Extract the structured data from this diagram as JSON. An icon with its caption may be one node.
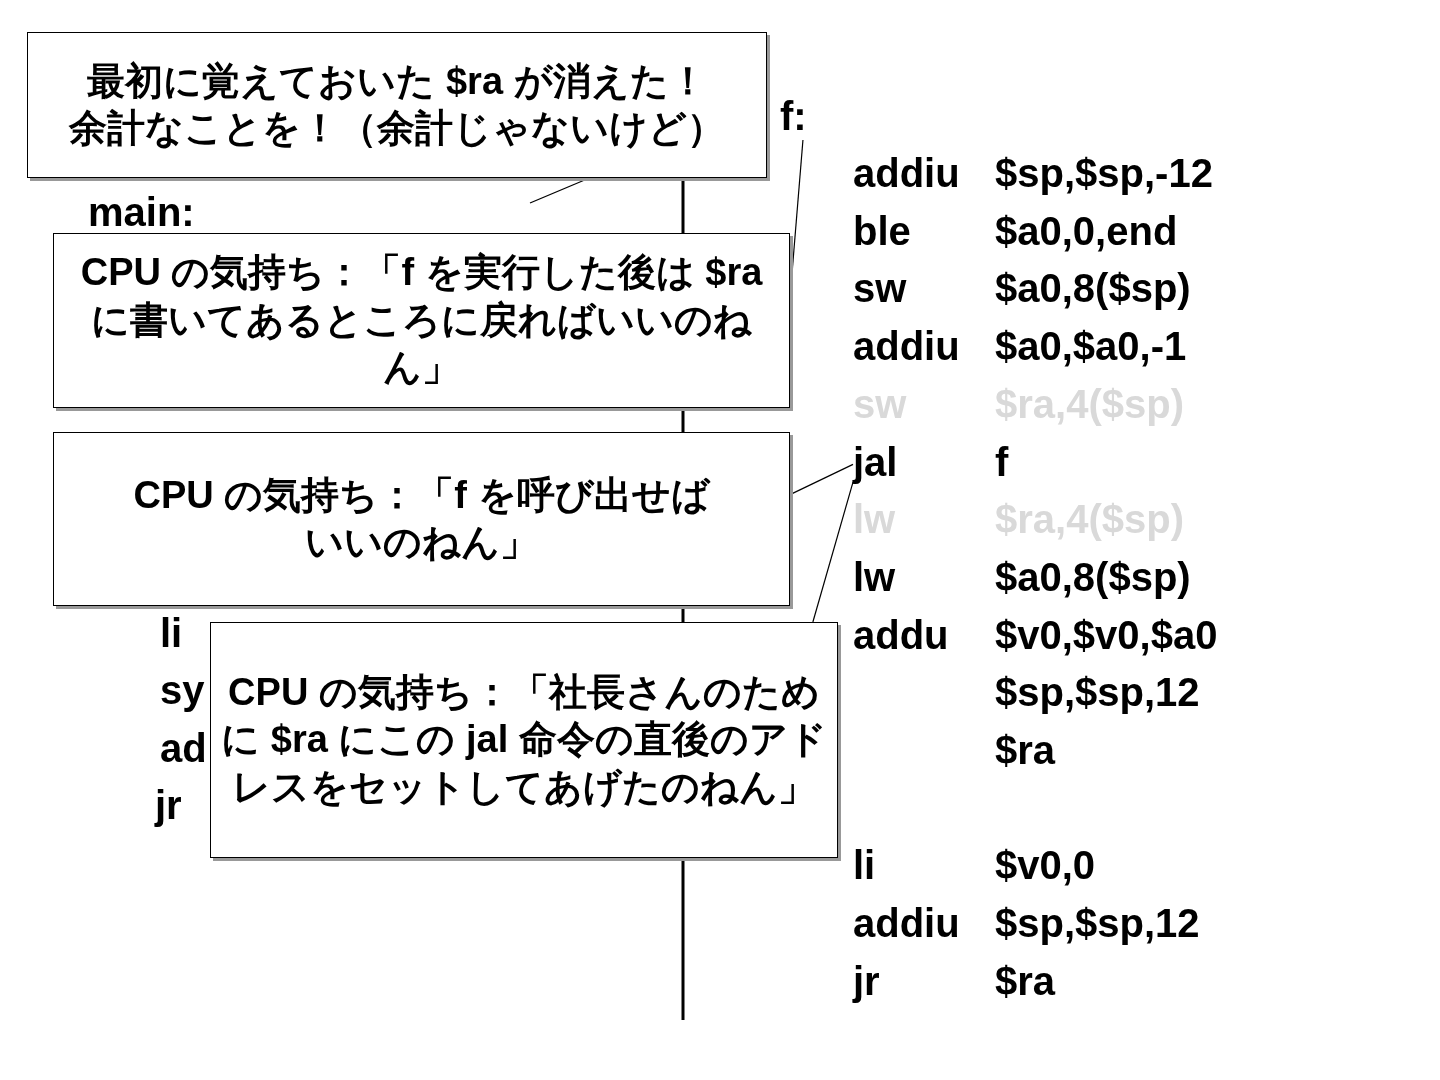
{
  "diagram": {
    "nodes": [
      {
        "text": [
          "最初に覚えておいた $ra が消えた！",
          "余計なことを！（余計じゃないけど）"
        ]
      },
      {
        "text": [
          "f:"
        ]
      },
      {
        "text": [
          "CPU の気持ち：「f を実行した後は $ra に書いてあるところに戻ればいいのねん」"
        ]
      },
      {
        "text": [
          "CPU の気持ち：「f を呼び出せば",
          "いいのねん」"
        ]
      },
      {
        "text": [
          "jal"
        ]
      },
      {
        "text": [
          "CPU の気持ち：「社長さんのために $ra にこの jal 命令の直後のアドレスをセットしてあげたのねん」"
        ]
      }
    ],
    "edges": [
      {
        "from": 0,
        "to": null,
        "arrow": "none"
      },
      {
        "from": 2,
        "to": 1,
        "arrow": "none"
      },
      {
        "from": 3,
        "to": 4,
        "arrow": "none"
      },
      {
        "from": 5,
        "to": 4,
        "arrow": "none"
      }
    ],
    "labels": [
      "main:",
      "addiu",
      "$sp,$sp,-12",
      "ble",
      "$a0,0,end",
      "sw",
      "$a0,8($sp)",
      "addiu",
      "$a0,$a0,-1",
      "sw",
      "$ra,4($sp)",
      "f",
      "lw",
      "$ra,4($sp)",
      "lw",
      "$a0,8($sp)",
      "li",
      "addu",
      "$v0,$v0,$a0",
      "sy",
      "$sp,$sp,12",
      "ad",
      "$ra",
      "jr",
      "li",
      "$v0,0",
      "addiu",
      "$sp,$sp,12",
      "jr",
      "$ra"
    ]
  }
}
